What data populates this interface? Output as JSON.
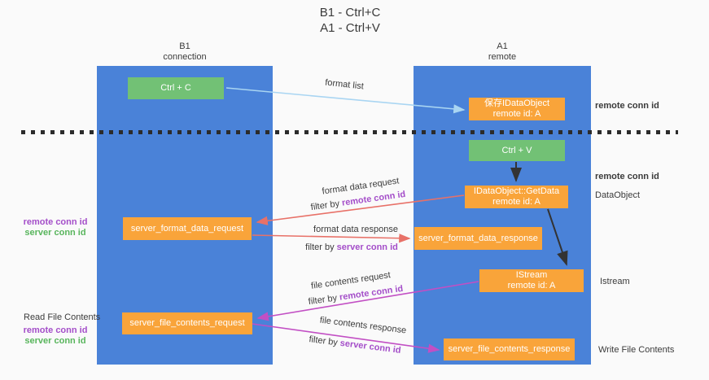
{
  "title": {
    "line1": "B1 - Ctrl+C",
    "line2": "A1 - Ctrl+V"
  },
  "columns": {
    "left": {
      "header_line1": "B1",
      "header_line2": "connection"
    },
    "right": {
      "header_line1": "A1",
      "header_line2": "remote"
    }
  },
  "boxes": {
    "ctrl_c": {
      "label": "Ctrl + C"
    },
    "save_idataobject": {
      "line1": "保存IDataObject",
      "line2": "remote id: A"
    },
    "ctrl_v": {
      "label": "Ctrl + V"
    },
    "getdata": {
      "line1": "IDataObject::GetData",
      "line2": "remote id: A"
    },
    "format_request": {
      "label": "server_format_data_request"
    },
    "format_response": {
      "label": "server_format_data_response"
    },
    "istream": {
      "line1": "IStream",
      "line2": "remote id: A"
    },
    "file_request": {
      "label": "server_file_contents_request"
    },
    "file_response": {
      "label": "server_file_contents_response"
    }
  },
  "arrow_labels": {
    "format_list": "format list",
    "format_data_request": "format data request",
    "format_data_response": "format data response",
    "file_contents_request": "file contents request",
    "file_contents_response": "file contents response",
    "filter_by": "filter by ",
    "remote_conn_id": "remote conn id",
    "server_conn_id": "server conn id"
  },
  "side_labels": {
    "left_top_remote_conn_id": "remote conn id",
    "left_top_server_conn_id": "server conn id",
    "read_file_contents": "Read File Contents",
    "left_bottom_remote_conn_id": "remote conn id",
    "left_bottom_server_conn_id": "server conn id",
    "right_top_remote_conn_id": "remote conn id",
    "right_mid_remote_conn_id": "remote conn id",
    "dataobject": "DataObject",
    "istream": "Istream",
    "write_file_contents": "Write File Contents"
  },
  "colors": {
    "background": "#fafafa",
    "column_blue": "#4a82d8",
    "box_orange": "#f9a43a",
    "box_green": "#72c175",
    "arrow_light_blue": "#a9d5f2",
    "arrow_red": "#e87168",
    "arrow_magenta": "#c24fc4",
    "arrow_black": "#333333",
    "label_purple": "#a44ec9",
    "label_green": "#58b55c",
    "text_dark": "#3b3b3b"
  }
}
